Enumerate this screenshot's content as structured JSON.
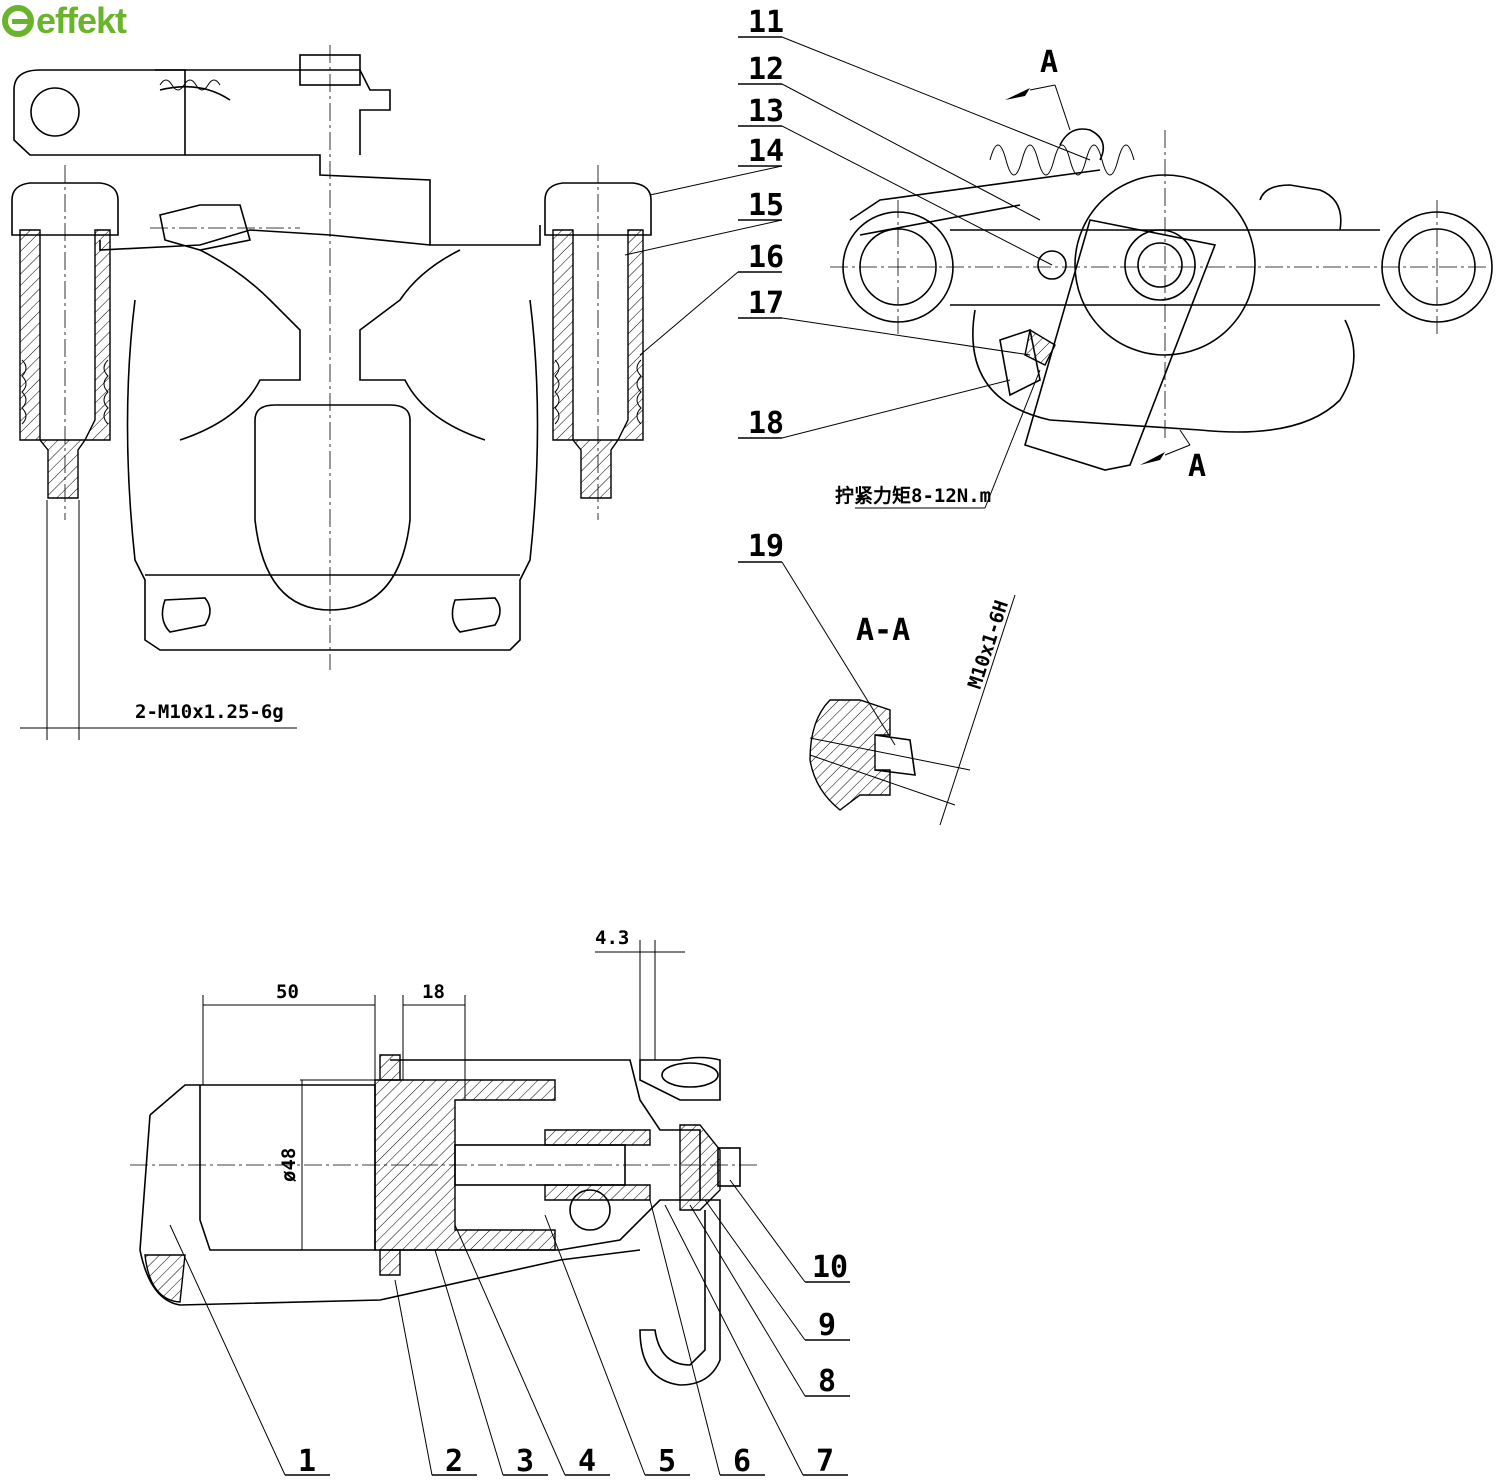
{
  "logo": {
    "text": "effekt",
    "color": "#6ab42d"
  },
  "callouts_top_right": [
    "11",
    "12",
    "13",
    "14",
    "15",
    "16",
    "17",
    "18"
  ],
  "callout_19": "19",
  "callouts_bottom": [
    "1",
    "2",
    "3",
    "4",
    "5",
    "6",
    "7"
  ],
  "callouts_bottom_right": [
    "10",
    "9",
    "8"
  ],
  "section_marks": {
    "top": "A",
    "bottom": "A",
    "section_title": "A-A"
  },
  "annotations": {
    "torque": "拧紧力矩8-12N.m",
    "thread_section": "M10x1-6H",
    "thread_bolts": "2-M10x1.25-6g"
  },
  "dimensions": {
    "d50": "50",
    "d18": "18",
    "d43": "4.3",
    "dia48": "ø48"
  }
}
